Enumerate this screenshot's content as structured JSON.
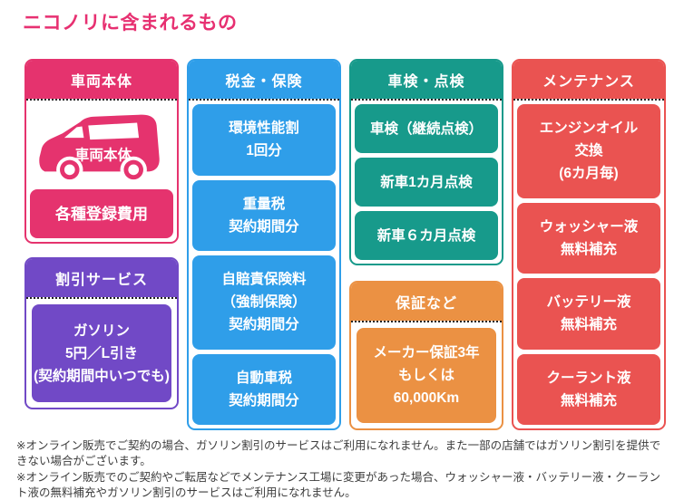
{
  "page": {
    "title": "ニコノリに含まれるもの"
  },
  "colors": {
    "title": "#e73071",
    "pink": "#e5336e",
    "purple": "#7149c6",
    "blue": "#2f9ee9",
    "teal": "#179a8b",
    "orange": "#eb9143",
    "red": "#ea5351"
  },
  "sections": {
    "vehicle": {
      "header": "車両本体",
      "car_label": "車両本体",
      "items": [
        {
          "lines": [
            "各種登録費用"
          ]
        }
      ]
    },
    "discount": {
      "header": "割引サービス",
      "items": [
        {
          "lines": [
            "ガソリン",
            "5円／L引き",
            "(契約期間中いつでも)"
          ]
        }
      ]
    },
    "tax": {
      "header": "税金・保険",
      "items": [
        {
          "lines": [
            "環境性能割",
            "1回分"
          ]
        },
        {
          "lines": [
            "重量税",
            "契約期間分"
          ]
        },
        {
          "lines": [
            "自賠責保険料",
            "（強制保険）",
            "契約期間分"
          ]
        },
        {
          "lines": [
            "自動車税",
            "契約期間分"
          ]
        }
      ]
    },
    "inspection": {
      "header": "車検・点検",
      "items": [
        {
          "lines": [
            "車検（継続点検）"
          ]
        },
        {
          "lines": [
            "新車1カ月点検"
          ]
        },
        {
          "lines": [
            "新車６カ月点検"
          ]
        }
      ]
    },
    "warranty": {
      "header": "保証など",
      "items": [
        {
          "lines": [
            "メーカー保証3年",
            "もしくは",
            "60,000Km"
          ]
        }
      ]
    },
    "maintenance": {
      "header": "メンテナンス",
      "items": [
        {
          "lines": [
            "エンジンオイル",
            "交換",
            "(6カ月毎)"
          ]
        },
        {
          "lines": [
            "ウォッシャー液",
            "無料補充"
          ]
        },
        {
          "lines": [
            "バッテリー液",
            "無料補充"
          ]
        },
        {
          "lines": [
            "クーラント液",
            "無料補充"
          ]
        }
      ]
    }
  },
  "footnotes": [
    "※オンライン販売でご契約の場合、ガソリン割引のサービスはご利用になれません。また一部の店舗ではガソリン割引を提供できない場合がございます。",
    "※オンライン販売でのご契約やご転居などでメンテナンス工場に変更があった場合、ウォッシャー液・バッテリー液・クーラント液の無料補充やガソリン割引のサービスはご利用になれません。"
  ]
}
